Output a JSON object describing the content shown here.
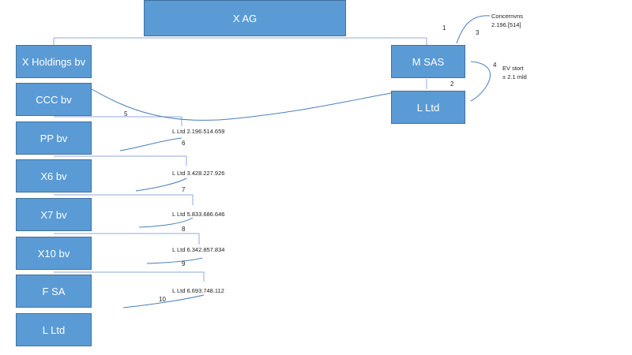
{
  "colors": {
    "box_fill": "#5b9bd5",
    "box_border": "#41719c",
    "box_text": "#ffffff",
    "line": "#8faadc",
    "curve": "#4a7ebb"
  },
  "nodes": {
    "x_ag": "X AG",
    "x_holdings": "X Holdings bv",
    "ccc": "CCC bv",
    "pp": "PP bv",
    "x6": "X6 bv",
    "x7": "X7 bv",
    "x10": "X10 bv",
    "fsa": "F SA",
    "l_ltd_bottom": "L Ltd",
    "m_sas": "M SAS",
    "l_ltd_right": "L Ltd"
  },
  "labels": {
    "concernvns": "Concernvns",
    "concernvns_value": "2.196.[514]",
    "ev_stort": "EV stort",
    "ev_stort_value": "± 2.1 mld",
    "amount_pp": "L Ltd 2.196.514.659",
    "amount_x6": "L Ltd 3.428.227.926",
    "amount_x7": "L Ltd 5.833.686.646",
    "amount_x10": "L Ltd 6.342.857.834",
    "amount_fsa": "L Ltd 6.693.748.112"
  },
  "steps": {
    "s1": "1",
    "s2": "2",
    "s3": "3",
    "s4": "4",
    "s5": "5",
    "s6": "6",
    "s7": "7",
    "s8": "8",
    "s9": "9",
    "s10": "10"
  }
}
